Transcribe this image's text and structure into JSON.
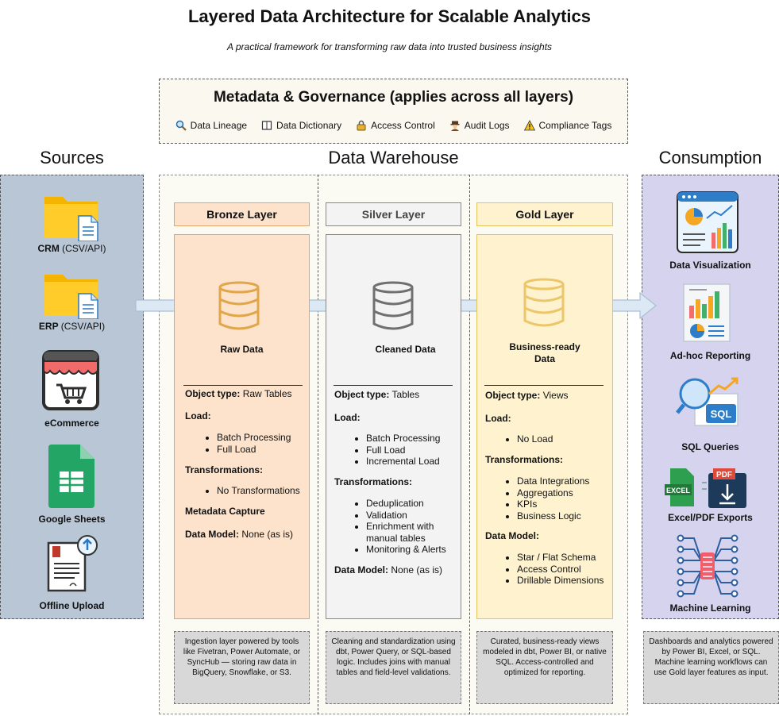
{
  "title": "Layered Data Architecture for Scalable Analytics",
  "subtitle": "A practical framework for transforming raw data into trusted business insights",
  "governance": {
    "title": "Metadata & Governance (applies across all layers)",
    "items": [
      "Data Lineage",
      "Data Dictionary",
      "Access Control",
      "Audit Logs",
      "Compliance Tags"
    ]
  },
  "sections": {
    "sources": "Sources",
    "warehouse": "Data Warehouse",
    "consumption": "Consumption"
  },
  "sources": [
    {
      "label": "CRM",
      "note": "(CSV/API)",
      "icon": "folder-file-icon"
    },
    {
      "label": "ERP",
      "note": "(CSV/API)",
      "icon": "folder-file-icon"
    },
    {
      "label": "eCommerce",
      "note": "",
      "icon": "shop-cart-icon"
    },
    {
      "label": "Google Sheets",
      "note": "",
      "icon": "sheets-icon"
    },
    {
      "label": "Offline Upload",
      "note": "",
      "icon": "document-upload-icon"
    }
  ],
  "layers": {
    "bronze": {
      "title": "Bronze Layer",
      "db_label": "Raw Data",
      "object_type_label": "Object type:",
      "object_type": "Raw Tables",
      "load_label": "Load:",
      "load": [
        "Batch Processing",
        "Full Load"
      ],
      "transformations_label": "Transformations:",
      "transformations": [
        "No Transformations"
      ],
      "metadata_capture": "Metadata Capture",
      "data_model_label": "Data Model:",
      "data_model": "None (as is)",
      "note": "Ingestion layer powered by tools like Fivetran, Power Automate, or SyncHub — storing raw data in BigQuery, Snowflake, or S3."
    },
    "silver": {
      "title": "Silver Layer",
      "db_label": "Cleaned Data",
      "object_type_label": "Object type:",
      "object_type": "Tables",
      "load_label": "Load:",
      "load": [
        "Batch Processing",
        "Full Load",
        "Incremental Load"
      ],
      "transformations_label": "Transformations:",
      "transformations": [
        "Deduplication",
        "Validation",
        "Enrichment with manual tables",
        "Monitoring & Alerts"
      ],
      "data_model_label": "Data Model:",
      "data_model": "None (as is)",
      "note": "Cleaning and standardization using dbt, Power Query, or SQL-based logic. Includes joins with manual tables and field-level validations."
    },
    "gold": {
      "title": "Gold Layer",
      "db_label_1": "Business-ready",
      "db_label_2": "Data",
      "object_type_label": "Object type:",
      "object_type": "Views",
      "load_label": "Load:",
      "load": [
        "No Load"
      ],
      "transformations_label": "Transformations:",
      "transformations": [
        "Data Integrations",
        "Aggregations",
        "KPIs",
        "Business Logic"
      ],
      "data_model_label": "Data Model:",
      "data_model": [
        "Star / Flat Schema",
        "Access Control",
        "Drillable Dimensions"
      ],
      "note": "Curated, business-ready views modeled in dbt, Power BI, or native SQL. Access-controlled and optimized for reporting."
    }
  },
  "consumption": [
    {
      "label": "Data Visualization",
      "icon": "dashboard-icon"
    },
    {
      "label": "Ad-hoc Reporting",
      "icon": "report-icon"
    },
    {
      "label": "SQL Queries",
      "icon": "sql-search-icon"
    },
    {
      "label": "Excel/PDF Exports",
      "icon": "excel-pdf-icon"
    },
    {
      "label": "Machine Learning",
      "icon": "neural-network-icon"
    }
  ],
  "consumption_note": "Dashboards and analytics powered by Power BI, Excel, or SQL. Machine learning workflows can use Gold layer features as input."
}
